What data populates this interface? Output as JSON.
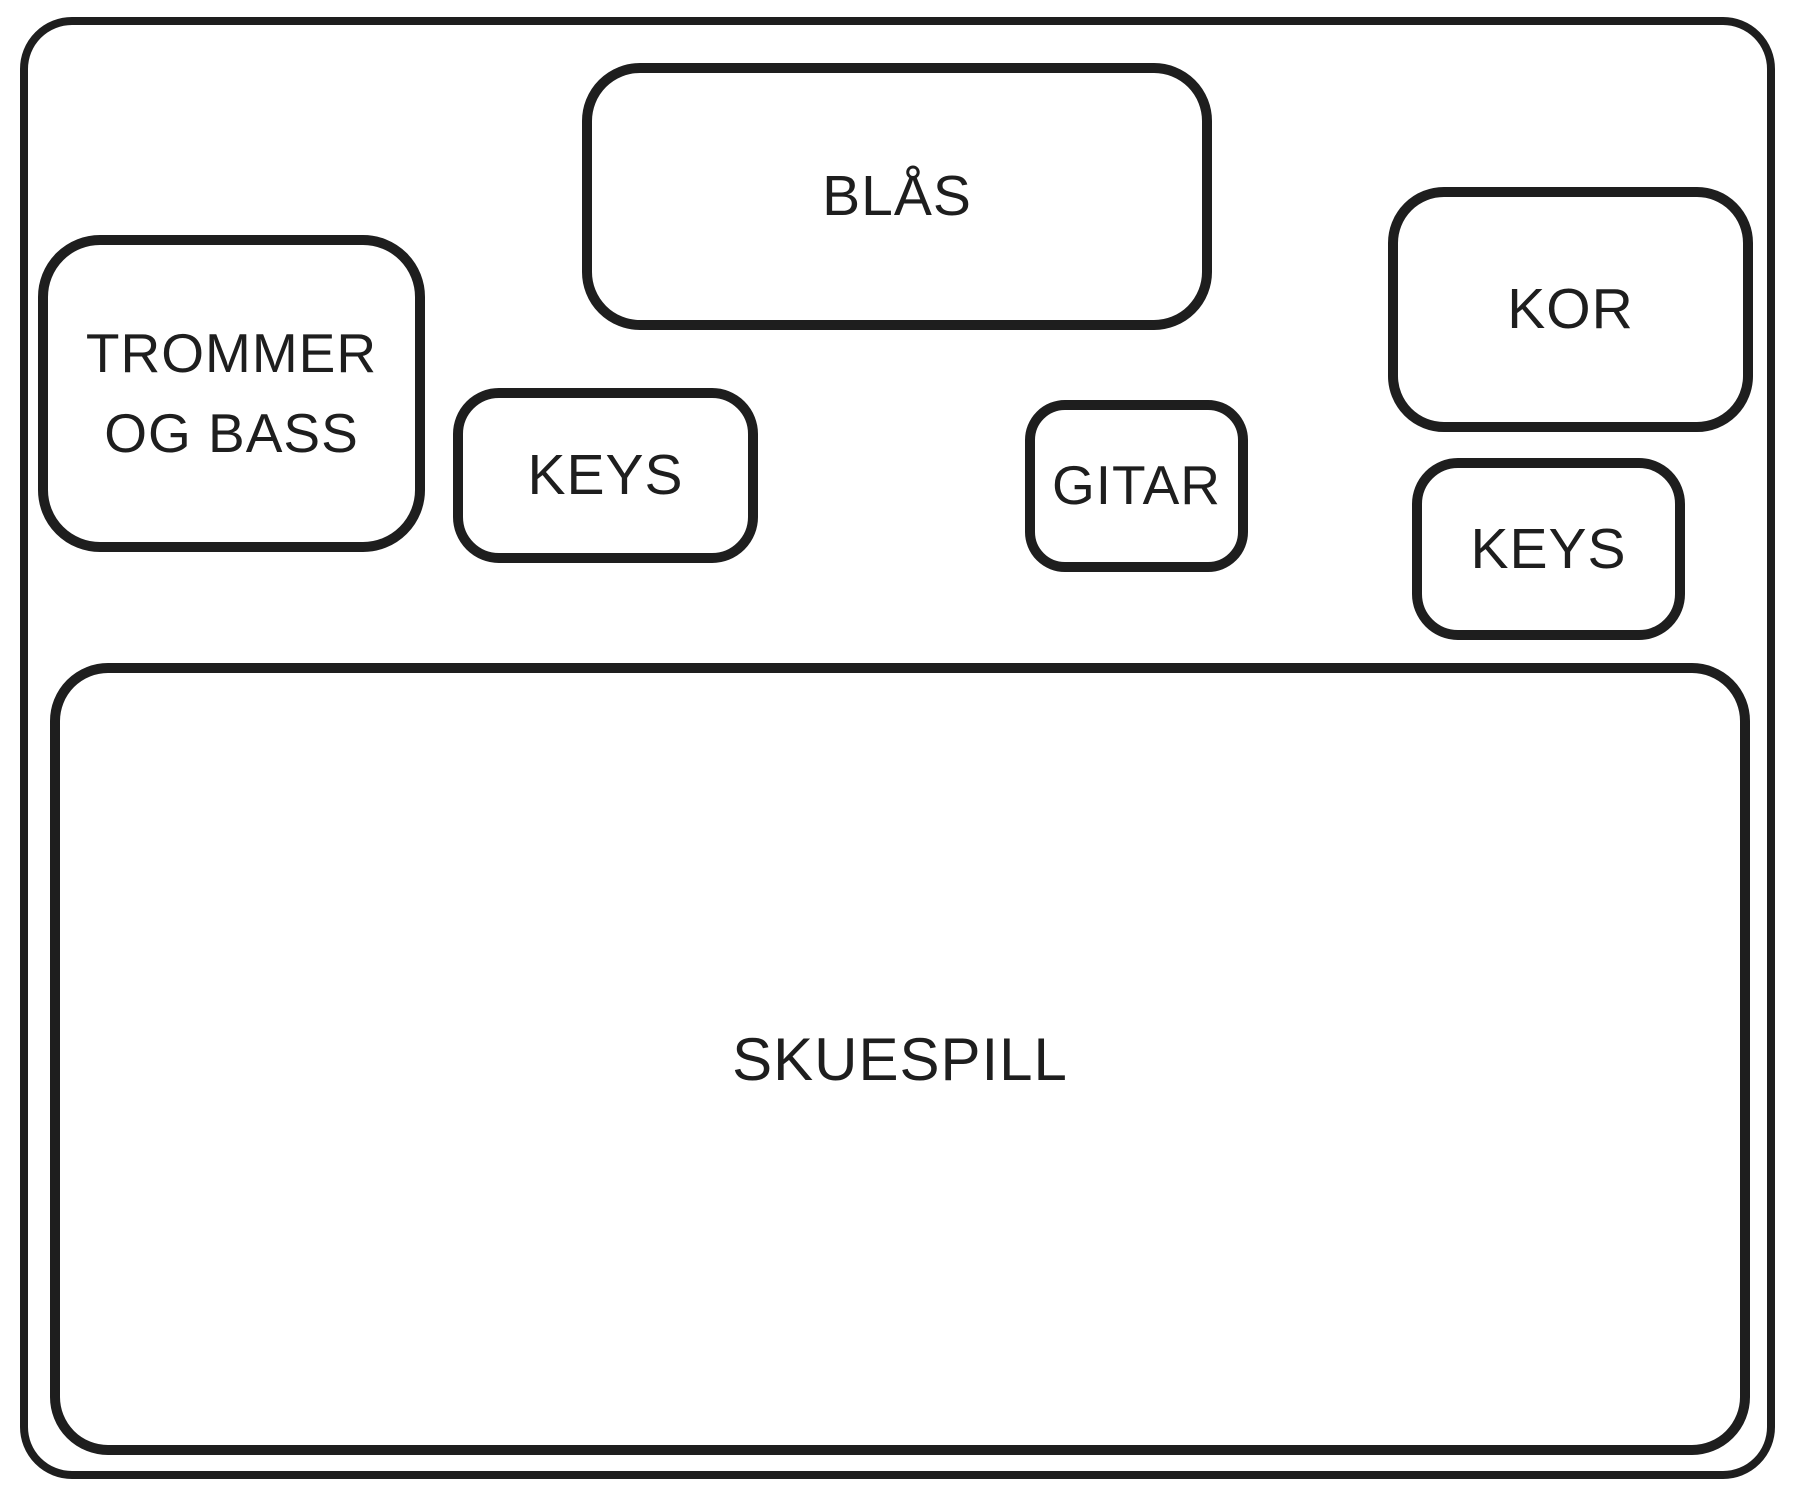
{
  "stage": {
    "colors": {
      "line": "#1e1e1e",
      "background": "#ffffff"
    },
    "areas": {
      "blas": {
        "label": "BLÅS"
      },
      "trommer_og_bass": {
        "label": "TROMMER OG BASS"
      },
      "keys_left": {
        "label": "KEYS"
      },
      "gitar": {
        "label": "GITAR"
      },
      "kor": {
        "label": "KOR"
      },
      "keys_right": {
        "label": "KEYS"
      },
      "skuespill": {
        "label": "SKUESPILL"
      }
    }
  }
}
